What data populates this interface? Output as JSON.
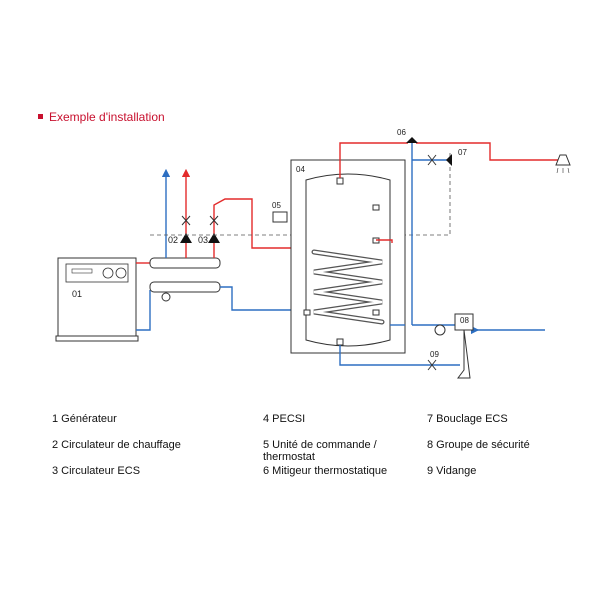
{
  "title": "Exemple d'installation",
  "colors": {
    "hot": "#e32b2b",
    "cold": "#2d6fc2",
    "line": "#333333",
    "title": "#c8102e"
  },
  "diagram_labels": {
    "generator": "01",
    "circ_heating": "02",
    "circ_ecs": "03",
    "tank": "04",
    "control": "05",
    "mixer": "06",
    "loop": "07",
    "safety": "08",
    "drain": "09"
  },
  "legend": [
    {
      "text": "1 Générateur"
    },
    {
      "text": "2 Circulateur de chauffage"
    },
    {
      "text": "3 Circulateur ECS"
    },
    {
      "text": "4 PECSI"
    },
    {
      "text": "5 Unité de commande / thermostat"
    },
    {
      "text": "6 Mitigeur thermostatique"
    },
    {
      "text": "7 Bouclage ECS"
    },
    {
      "text": "8 Groupe de sécurité"
    },
    {
      "text": "9 Vidange"
    }
  ]
}
